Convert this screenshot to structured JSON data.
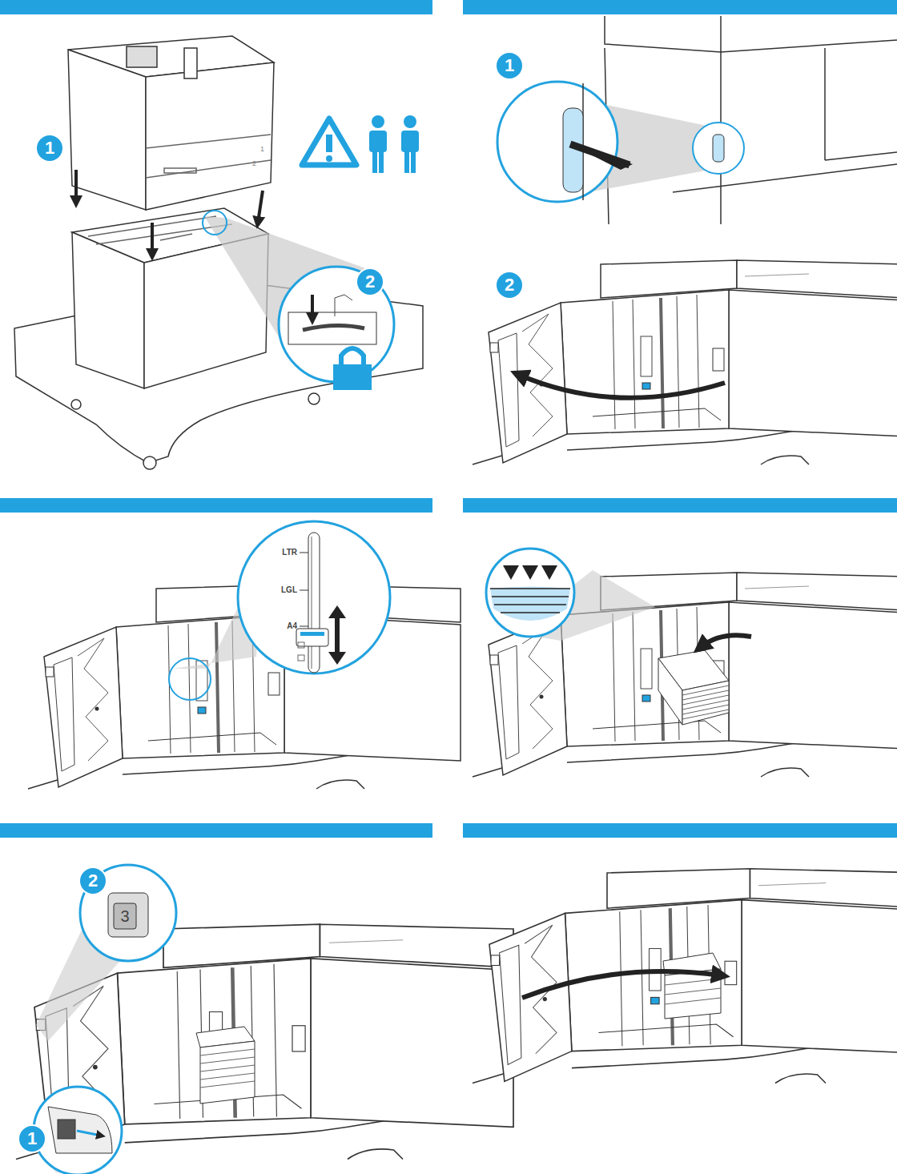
{
  "diagram": {
    "nodes": [
      {
        "text": [
          "1"
        ]
      },
      {
        "text": [
          "2"
        ]
      },
      {
        "text": [
          "1"
        ]
      },
      {
        "text": [
          "2"
        ]
      },
      {
        "text": [
          "2"
        ]
      },
      {
        "text": [
          "1"
        ]
      }
    ],
    "labels": [
      "1",
      "2",
      "LTR",
      "LGL",
      "A4",
      "3"
    ]
  }
}
